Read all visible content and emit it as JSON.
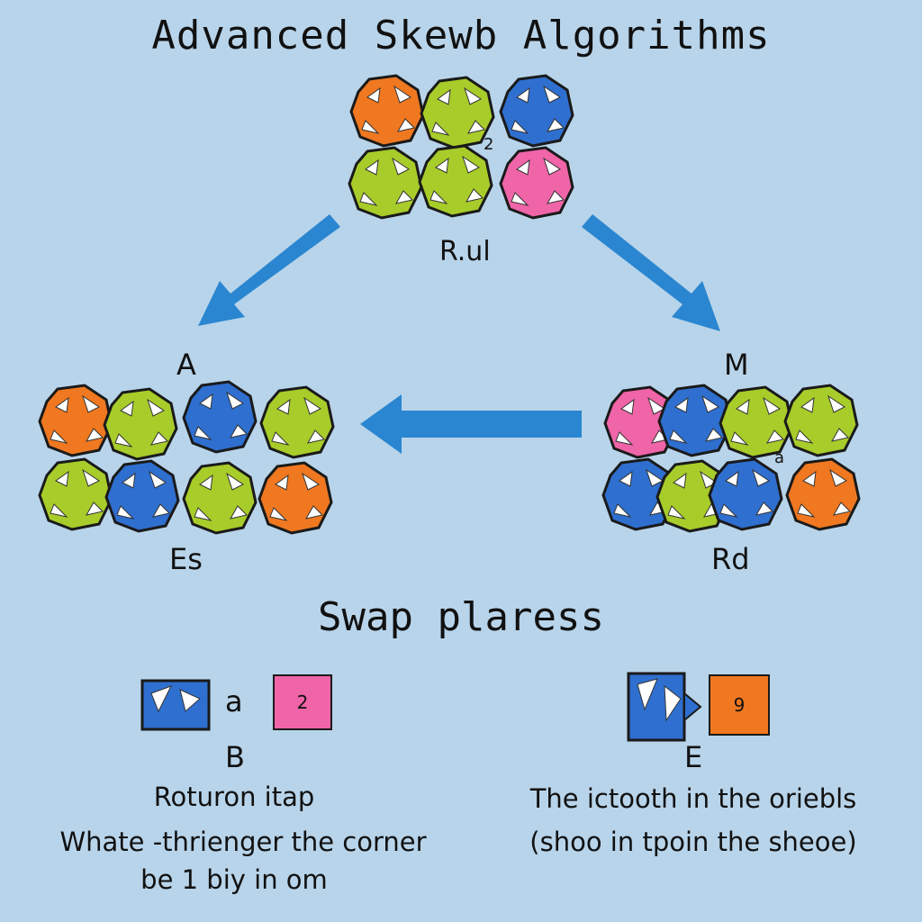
{
  "title": "Advanced Skewb Algorithms",
  "top_label": "R.ul",
  "top_small": "2",
  "left_label_top": "A",
  "left_label_bottom": "Es",
  "right_label_top": "M",
  "right_label_bottom": "Rd",
  "right_small": "a",
  "subtitle": "Swap plaress",
  "example_left": {
    "letter": "a",
    "tile_number": "2",
    "caption_letter": "B",
    "caption": "Roturon itap",
    "description_line1": "Whate -thrienger the corner",
    "description_line2": "be 1 biy in om"
  },
  "example_right": {
    "tile_number": "9",
    "caption_letter": "E",
    "description_line1": "The ictooth in the oriebls",
    "description_line2": "(shoo in tpoin the sheoe)"
  },
  "colors": {
    "background": "#b8d4ea",
    "orange": "#f07820",
    "green": "#a8cc2a",
    "blue": "#2f6fcf",
    "pink": "#f064a8",
    "arrow": "#2a86d0"
  }
}
